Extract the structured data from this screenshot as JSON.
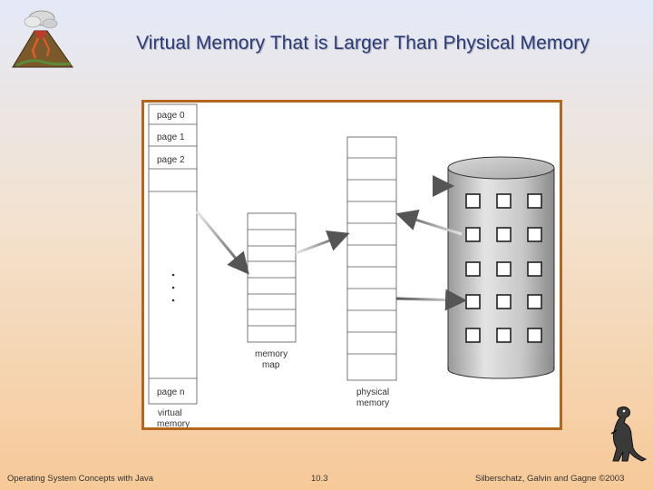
{
  "title": "Virtual Memory That is Larger Than Physical Memory",
  "diagram": {
    "virtual_pages": [
      "page 0",
      "page 1",
      "page 2",
      "page n"
    ],
    "virtual_label_line1": "virtual",
    "virtual_label_line2": "memory",
    "map_label_line1": "memory",
    "map_label_line2": "map",
    "physical_label_line1": "physical",
    "physical_label_line2": "memory"
  },
  "footer": {
    "left": "Operating System Concepts with Java",
    "center": "10.3",
    "right": "Silberschatz, Galvin and Gagne ©2003"
  }
}
